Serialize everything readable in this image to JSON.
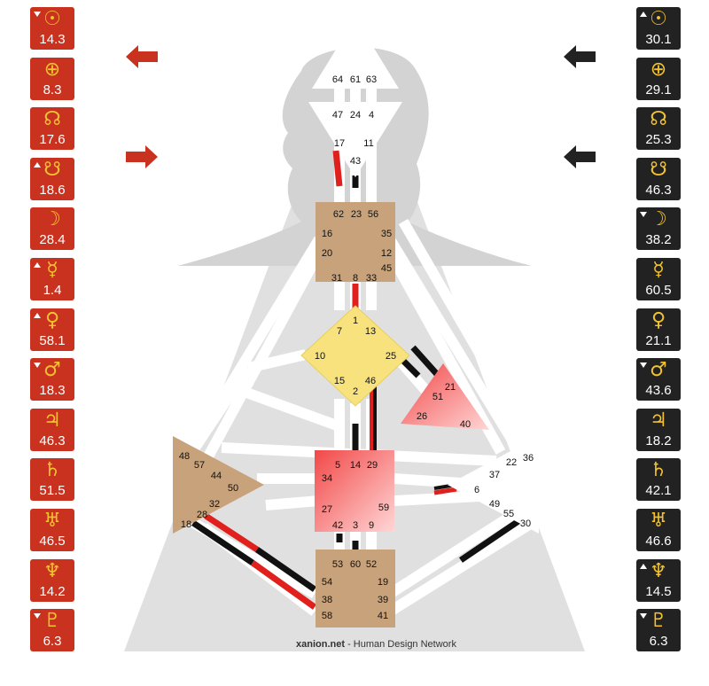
{
  "colors": {
    "design_red": "#c8321e",
    "personality_black": "#222222",
    "symbol_gold": "#f2c230",
    "silhouette": "#d9d9d9",
    "center_tan": "#c8a27a",
    "center_yellow": "#f7e27e",
    "center_red": "#f26a6a"
  },
  "arrows": {
    "left": [
      {
        "name": "arrow-left-icon",
        "direction": "left",
        "color": "#c8321e"
      },
      {
        "name": "arrow-right-icon",
        "direction": "right",
        "color": "#c8321e"
      }
    ],
    "right": [
      {
        "name": "arrow-left-icon",
        "direction": "left",
        "color": "#222222"
      },
      {
        "name": "arrow-left-icon",
        "direction": "left",
        "color": "#222222"
      }
    ]
  },
  "design_column": [
    {
      "symbol": "☉",
      "icon": "sun-icon",
      "value": "14.3",
      "marker": "down"
    },
    {
      "symbol": "⊕",
      "icon": "earth-icon",
      "value": "8.3",
      "marker": ""
    },
    {
      "symbol": "☊",
      "icon": "north-node-icon",
      "value": "17.6",
      "marker": ""
    },
    {
      "symbol": "☋",
      "icon": "south-node-icon",
      "value": "18.6",
      "marker": "up"
    },
    {
      "symbol": "☽",
      "icon": "moon-icon",
      "value": "28.4",
      "marker": ""
    },
    {
      "symbol": "☿",
      "icon": "mercury-icon",
      "value": "1.4",
      "marker": "up"
    },
    {
      "symbol": "♀",
      "icon": "venus-icon",
      "value": "58.1",
      "marker": "up"
    },
    {
      "symbol": "♂",
      "icon": "mars-icon",
      "value": "18.3",
      "marker": "down"
    },
    {
      "symbol": "♃",
      "icon": "jupiter-icon",
      "value": "46.3",
      "marker": ""
    },
    {
      "symbol": "♄",
      "icon": "saturn-icon",
      "value": "51.5",
      "marker": ""
    },
    {
      "symbol": "♅",
      "icon": "uranus-icon",
      "value": "46.5",
      "marker": ""
    },
    {
      "symbol": "♆",
      "icon": "neptune-icon",
      "value": "14.2",
      "marker": ""
    },
    {
      "symbol": "♇",
      "icon": "pluto-icon",
      "value": "6.3",
      "marker": "down"
    }
  ],
  "personality_column": [
    {
      "symbol": "☉",
      "icon": "sun-icon",
      "value": "30.1",
      "marker": "up"
    },
    {
      "symbol": "⊕",
      "icon": "earth-icon",
      "value": "29.1",
      "marker": ""
    },
    {
      "symbol": "☊",
      "icon": "north-node-icon",
      "value": "25.3",
      "marker": ""
    },
    {
      "symbol": "☋",
      "icon": "south-node-icon",
      "value": "46.3",
      "marker": ""
    },
    {
      "symbol": "☽",
      "icon": "moon-icon",
      "value": "38.2",
      "marker": "down"
    },
    {
      "symbol": "☿",
      "icon": "mercury-icon",
      "value": "60.5",
      "marker": ""
    },
    {
      "symbol": "♀",
      "icon": "venus-icon",
      "value": "21.1",
      "marker": ""
    },
    {
      "symbol": "♂",
      "icon": "mars-icon",
      "value": "43.6",
      "marker": "down"
    },
    {
      "symbol": "♃",
      "icon": "jupiter-icon",
      "value": "18.2",
      "marker": ""
    },
    {
      "symbol": "♄",
      "icon": "saturn-icon",
      "value": "42.1",
      "marker": ""
    },
    {
      "symbol": "♅",
      "icon": "uranus-icon",
      "value": "46.6",
      "marker": ""
    },
    {
      "symbol": "♆",
      "icon": "neptune-icon",
      "value": "14.5",
      "marker": "up"
    },
    {
      "symbol": "♇",
      "icon": "pluto-icon",
      "value": "6.3",
      "marker": "down"
    }
  ],
  "centers": {
    "head": {
      "gates": [
        "64",
        "61",
        "63"
      ]
    },
    "ajna": {
      "gates": [
        "47",
        "24",
        "4",
        "17",
        "11",
        "43"
      ]
    },
    "throat": {
      "gates": [
        "62",
        "23",
        "56",
        "16",
        "35",
        "20",
        "12",
        "45",
        "31",
        "8",
        "33"
      ]
    },
    "g": {
      "gates": [
        "1",
        "7",
        "13",
        "10",
        "25",
        "15",
        "46",
        "2"
      ]
    },
    "heart": {
      "gates": [
        "21",
        "51",
        "26",
        "40"
      ]
    },
    "spleen": {
      "gates": [
        "48",
        "57",
        "44",
        "50",
        "32",
        "28",
        "18"
      ]
    },
    "sacral": {
      "gates": [
        "5",
        "14",
        "29",
        "34",
        "27",
        "59",
        "42",
        "3",
        "9"
      ]
    },
    "solar_plexus": {
      "gates": [
        "36",
        "22",
        "37",
        "6",
        "49",
        "55",
        "30"
      ]
    },
    "root": {
      "gates": [
        "53",
        "60",
        "52",
        "54",
        "19",
        "38",
        "39",
        "58",
        "41"
      ]
    }
  },
  "footer": {
    "site": "xanion.net",
    "text": " - Human Design Network"
  }
}
